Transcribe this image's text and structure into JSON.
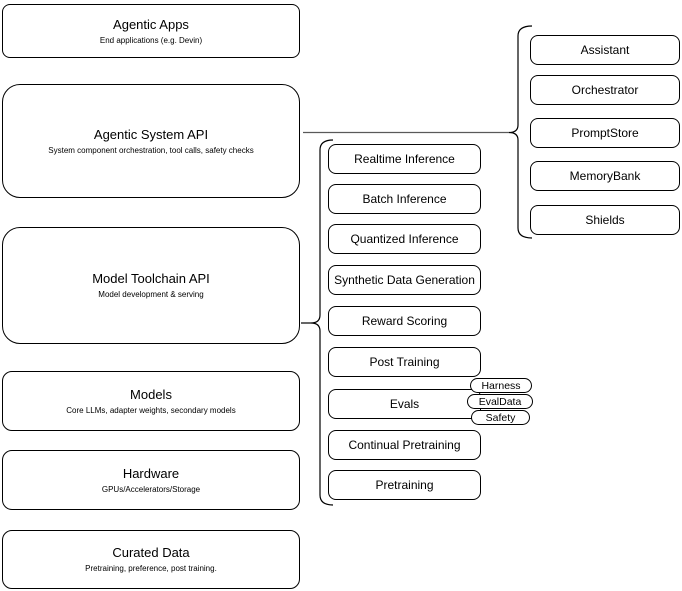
{
  "colors": {
    "stroke": "#000000",
    "background": "#ffffff",
    "connector_gray": "#595959"
  },
  "layers": [
    {
      "title": "Agentic Apps",
      "subtitle": "End applications (e.g. Devin)"
    },
    {
      "title": "Agentic System API",
      "subtitle": "System component orchestration, tool calls, safety checks"
    },
    {
      "title": "Model Toolchain API",
      "subtitle": "Model development & serving"
    },
    {
      "title": "Models",
      "subtitle": "Core LLMs, adapter weights, secondary models"
    },
    {
      "title": "Hardware",
      "subtitle": "GPUs/Accelerators/Storage"
    },
    {
      "title": "Curated Data",
      "subtitle": "Pretraining, preference, post training."
    }
  ],
  "toolchain_items": [
    "Realtime Inference",
    "Batch Inference",
    "Quantized Inference",
    "Synthetic Data Generation",
    "Reward Scoring",
    "Post Training",
    "Evals",
    "Continual Pretraining",
    "Pretraining"
  ],
  "eval_tags": [
    "Harness",
    "EvalData",
    "Safety"
  ],
  "system_components": [
    "Assistant",
    "Orchestrator",
    "PromptStore",
    "MemoryBank",
    "Shields"
  ]
}
